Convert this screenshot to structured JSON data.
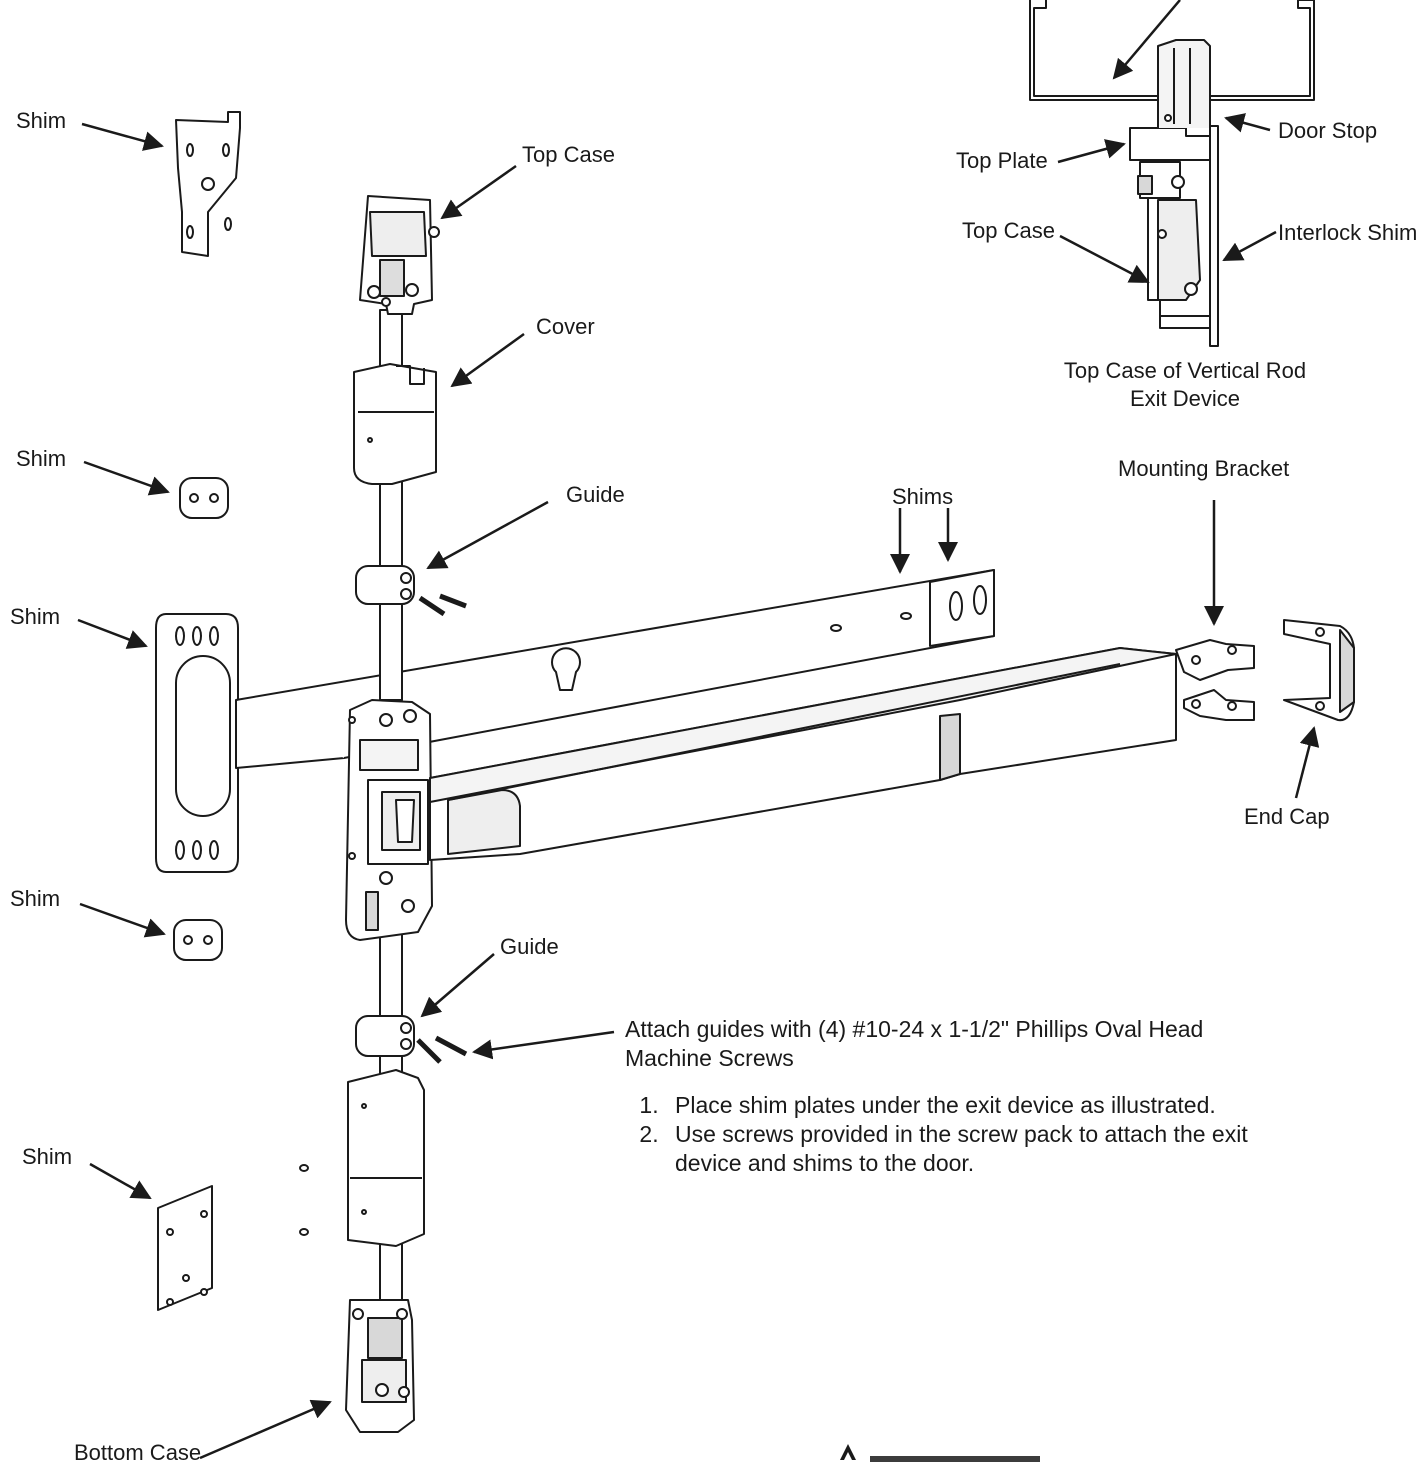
{
  "labels": {
    "top_case": "Top Case",
    "cover": "Cover",
    "guide_top": "Guide",
    "guide_bottom": "Guide",
    "shim_1": "Shim",
    "shim_2": "Shim",
    "shim_3": "Shim",
    "shim_4": "Shim",
    "shim_5": "Shim",
    "shims": "Shims",
    "mounting_bracket": "Mounting Bracket",
    "end_cap": "End Cap",
    "bottom_case": "Bottom Case",
    "inset_top_plate": "Top Plate",
    "inset_door_stop": "Door Stop",
    "inset_top_case": "Top Case",
    "inset_interlock_shim": "Interlock Shim",
    "inset_caption_line1": "Top Case of Vertical Rod",
    "inset_caption_line2": "Exit Device"
  },
  "instructions": {
    "attach_line1": "Attach guides with (4) #10-24 x 1-1/2\" Phillips Oval Head",
    "attach_line2": "Machine Screws",
    "steps": [
      "Place shim plates under the exit device as illustrated.",
      "Use screws provided in the screw pack to attach the exit",
      "device and shims to the door."
    ]
  },
  "colors": {
    "line": "#1a1a1a",
    "fill": "#ffffff",
    "shade": "#d8d8d8"
  }
}
